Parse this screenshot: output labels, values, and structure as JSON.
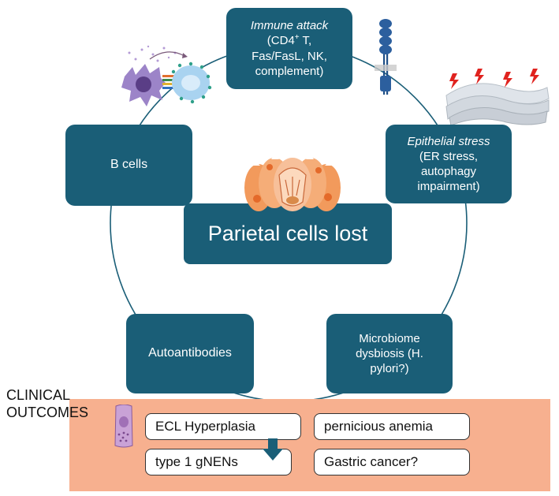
{
  "center": {
    "label": "Parietal cells lost"
  },
  "nodes": {
    "immune_attack": {
      "title": "Immune attack",
      "line1_pre": "(CD4",
      "line1_sup": "+",
      "line1_post": " T,",
      "line2": "Fas/FasL, NK,",
      "line3": "complement)"
    },
    "epithelial_stress": {
      "title": "Epithelial stress",
      "line1": "(ER stress,",
      "line2": "autophagy",
      "line3": "impairment)"
    },
    "b_cells": {
      "label": "B cells"
    },
    "autoantibodies": {
      "label": "Autoantibodies"
    },
    "microbiome": {
      "line1": "Microbiome",
      "line2": "dysbiosis (H.",
      "line3": "pylori?)"
    }
  },
  "clinical": {
    "heading_line1": "CLINICAL",
    "heading_line2": "OUTCOMES",
    "items": [
      "ECL Hyperplasia",
      "type 1 gNENs",
      "pernicious anemia",
      "Gastric cancer?"
    ]
  },
  "colors": {
    "box": "#1a5e77",
    "outcome_band": "#f7b08f",
    "circle": "#1a5e77"
  },
  "icons": [
    "immune-synapse-icon",
    "receptor-icon",
    "er-stress-icon",
    "parietal-cell-icon",
    "ecl-cell-icon",
    "down-arrow-icon"
  ]
}
